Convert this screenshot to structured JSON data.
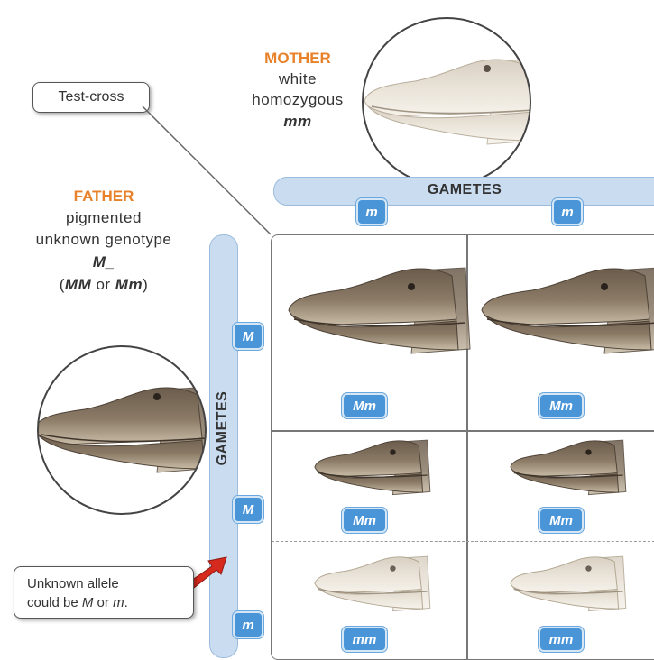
{
  "callout_top": "Test-cross",
  "mother": {
    "title": "MOTHER",
    "phenotype": "white",
    "zygosity": "homozygous",
    "genotype": "mm"
  },
  "father": {
    "title": "FATHER",
    "phenotype": "pigmented",
    "description": "unknown genotype",
    "genotype": "M_",
    "options_open": "(",
    "option1": "MM",
    "or": " or ",
    "option2": "Mm",
    "options_close": ")"
  },
  "gametes_top": {
    "label": "GAMETES",
    "alleles": [
      "m",
      "m"
    ]
  },
  "gametes_side": {
    "label": "GAMETES",
    "alleles": [
      "M",
      "M",
      "m"
    ]
  },
  "offspring": {
    "top_row": [
      "Mm",
      "Mm"
    ],
    "middle_row": [
      "Mm",
      "Mm"
    ],
    "bottom_row": [
      "mm",
      "mm"
    ]
  },
  "callout_bottom": {
    "line1": "Unknown allele",
    "line2_prefix": "could be ",
    "allele1": "M",
    "or": " or ",
    "allele2": "m",
    "period": "."
  },
  "colors": {
    "pigmented_skin": "#7a6a57",
    "white_skin": "#e8e0d2",
    "gamete_badge": "#4a95d8",
    "gamete_bar": "#c9dcf0",
    "title_orange": "#e8822a"
  }
}
